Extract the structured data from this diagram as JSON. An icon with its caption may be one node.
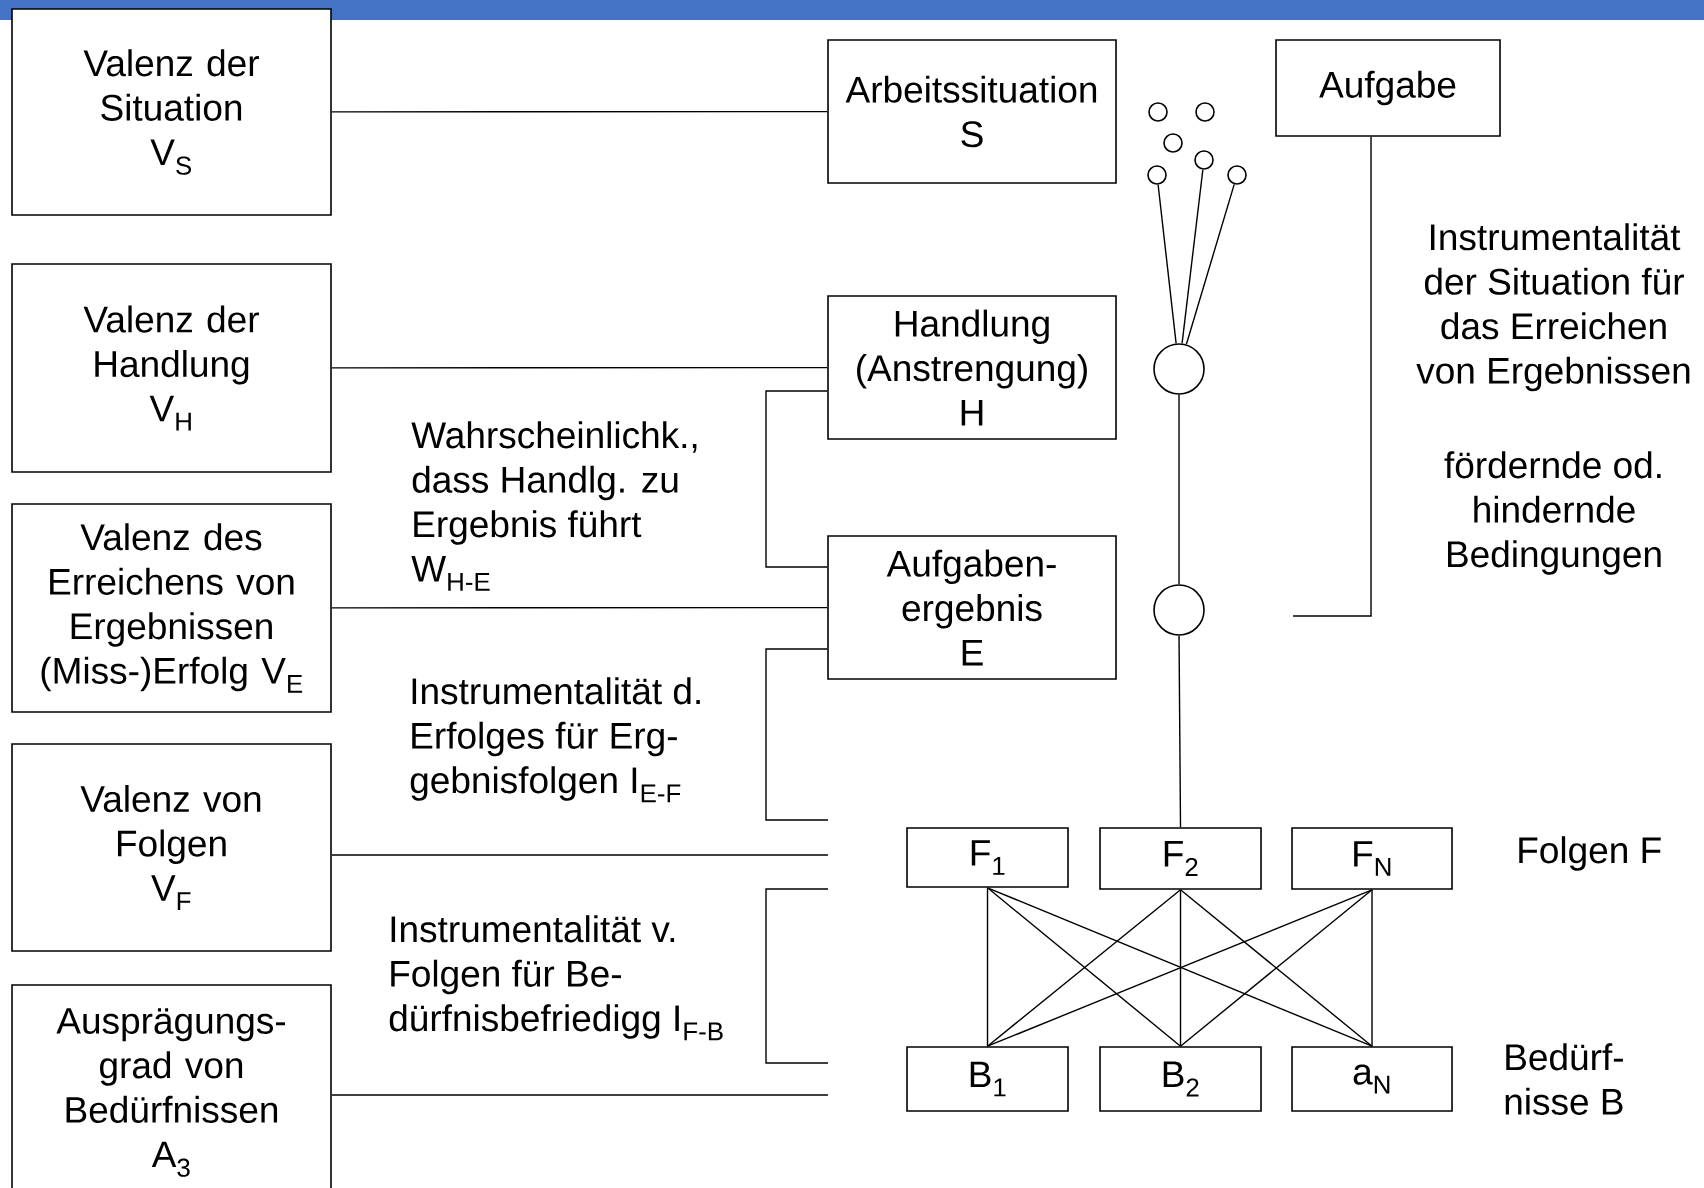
{
  "diagram": {
    "nodes": [
      {
        "text": [
          "Valenz der Situation",
          "V$_{S}$"
        ]
      },
      {
        "text": [
          "Valenz der Handlung",
          "V$_{H}$"
        ]
      },
      {
        "text": [
          "Valenz des Erreichens von Ergebnissen (Miss-)Erfolg V$_{E}$"
        ]
      },
      {
        "text": [
          "Valenz von Folgen",
          "V$_{F}$"
        ]
      },
      {
        "text": [
          "Ausprägungs- grad von Bedürfnissen",
          "A$_{3}$"
        ]
      },
      {
        "text": [
          "Arbeitssituation",
          "S"
        ]
      },
      {
        "text": [
          "Aufgabe"
        ]
      },
      {
        "text": [
          "Handlung (Anstrengung)",
          "H"
        ]
      },
      {
        "text": [
          "Aufgaben- ergebnis",
          "E"
        ]
      },
      {
        "text": [
          "F$_{1}$"
        ]
      },
      {
        "text": [
          "F$_{2}$"
        ]
      },
      {
        "text": [
          "F$_{N}$"
        ]
      },
      {
        "text": [
          "B$_{1}$"
        ]
      },
      {
        "text": [
          "B$_{2}$"
        ]
      },
      {
        "text": [
          "a$_{N}$"
        ]
      },
      {
        "text": [],
        "shape": "circle"
      },
      {
        "text": [],
        "shape": "circle"
      },
      {
        "text": [],
        "shape": "circle"
      },
      {
        "text": [],
        "shape": "circle"
      },
      {
        "text": [],
        "shape": "circle"
      },
      {
        "text": [],
        "shape": "circle"
      },
      {
        "text": [],
        "shape": "circle"
      },
      {
        "text": [],
        "shape": "circle"
      }
    ],
    "edges": [
      {
        "from": 0,
        "to": 5,
        "arrow": "none"
      },
      {
        "from": 1,
        "to": 7,
        "arrow": "none"
      },
      {
        "from": 2,
        "to": 8,
        "arrow": "none"
      },
      {
        "from": 3,
        "to": null,
        "arrow": "none"
      },
      {
        "from": 4,
        "to": null,
        "arrow": "none"
      },
      {
        "from": 7,
        "to": 8,
        "arrow": "none"
      },
      {
        "from": 8,
        "to": null,
        "arrow": "none"
      },
      {
        "from": 6,
        "to": null,
        "arrow": "none"
      },
      {
        "from": 19,
        "to": 21,
        "arrow": "none"
      },
      {
        "from": 18,
        "to": 21,
        "arrow": "none"
      },
      {
        "from": 20,
        "to": 21,
        "arrow": "none"
      },
      {
        "from": 21,
        "to": 22,
        "arrow": "none"
      },
      {
        "from": 22,
        "to": 10,
        "arrow": "none"
      },
      {
        "from": 9,
        "to": 12,
        "arrow": "none"
      },
      {
        "from": 9,
        "to": 13,
        "arrow": "none"
      },
      {
        "from": 9,
        "to": 14,
        "arrow": "none"
      },
      {
        "from": 10,
        "to": 12,
        "arrow": "none"
      },
      {
        "from": 10,
        "to": 13,
        "arrow": "none"
      },
      {
        "from": 10,
        "to": 14,
        "arrow": "none"
      },
      {
        "from": 11,
        "to": 12,
        "arrow": "none"
      },
      {
        "from": 11,
        "to": 13,
        "arrow": "none"
      },
      {
        "from": 11,
        "to": 14,
        "arrow": "none"
      }
    ],
    "labels": [
      "Instrumentalität der Situation für das Erreichen von Ergebnissen",
      "Wahrscheinlichk., dass Handlg. zu Ergebnis führt W$_{H-E}$",
      "fördernde od. hindernde Bedingungen",
      "Instrumentalität d. Erfolges für Erg- gebnisfolgen I$_{E-F}$",
      "Folgen F",
      "Instrumentalität v. Folgen für Be- dürfnisbefriedigg I$_{F-B}$",
      "Bedürf- nisse B"
    ]
  }
}
